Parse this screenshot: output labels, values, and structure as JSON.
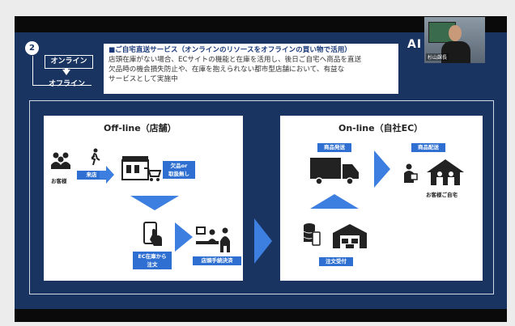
{
  "slide": {
    "number": "2",
    "online_label": "オンライン",
    "offline_label": "オフライン",
    "desc_title": "■ご自宅直送サービス（オンラインのリソースをオフラインの買い物で活用）",
    "desc_lines": [
      "店頭在庫がない場合、ECサイトの機能と在庫を活用し、後日ご自宅へ商品を直送",
      "欠品時の機会損失防止や、在庫を抱えられない都市型店舗において、有益な",
      "サービスとして実施中"
    ],
    "logo": "AI",
    "offline_panel": {
      "title": "Off-line（店舗）",
      "customer": "お客様",
      "visit": "来店",
      "out_of_stock": [
        "欠品or",
        "取扱無し"
      ],
      "order_from": [
        "EC在庫から",
        "注文"
      ],
      "payment": "店頭手続決済"
    },
    "online_panel": {
      "title": "On-line（自社EC）",
      "ship": "商品発送",
      "deliver": "商品配送",
      "home": "お客様ご自宅",
      "order_received": "注文受付"
    }
  },
  "webcam": {
    "name": "杉山課長"
  },
  "colors": {
    "slide_bg": "#1a3462",
    "accent": "#3d7fe0",
    "label_bg": "#2e6fd1"
  }
}
